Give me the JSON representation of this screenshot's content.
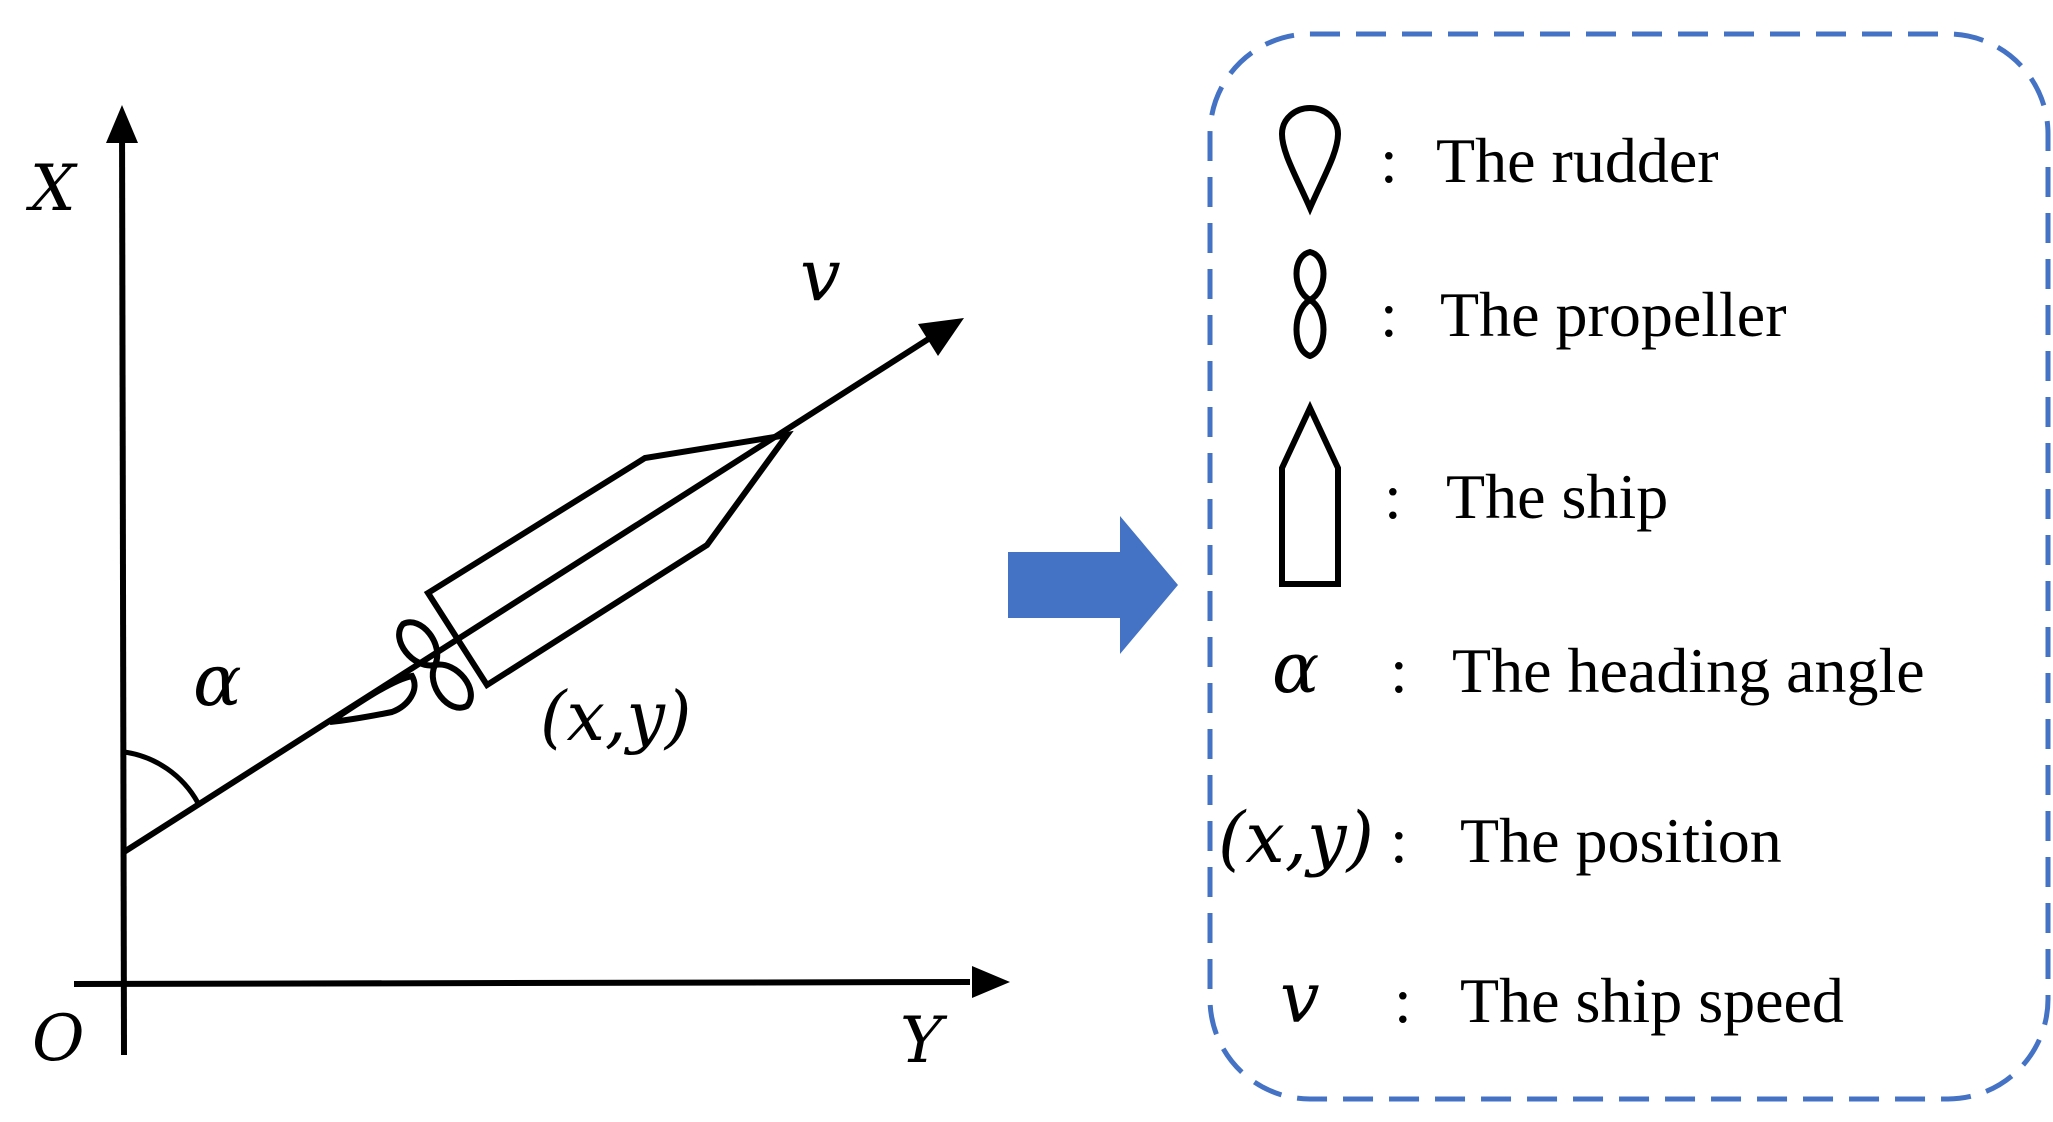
{
  "axes": {
    "x_axis_label": "X",
    "y_axis_label": "Y",
    "origin_label": "O"
  },
  "annotations": {
    "heading_angle_symbol": "α",
    "speed_symbol": "v",
    "position_label": "(x,y)"
  },
  "legend": {
    "items": [
      {
        "symbol_icon": "rudder-icon",
        "colon": ":",
        "text": "The rudder"
      },
      {
        "symbol_icon": "propeller-icon",
        "colon": ":",
        "text": "The propeller"
      },
      {
        "symbol_icon": "ship-icon",
        "colon": ":",
        "text": "The ship"
      },
      {
        "symbol": "α",
        "colon": ":",
        "text": "The heading angle"
      },
      {
        "symbol": "(x,y)",
        "colon": ":",
        "text": "The position"
      },
      {
        "symbol": "v",
        "colon": ":",
        "text": "The ship speed"
      }
    ],
    "border_color": "#4472C4"
  },
  "arrow": {
    "icon": "right-arrow-icon",
    "color": "#4472C4"
  },
  "line_color": "#000000"
}
